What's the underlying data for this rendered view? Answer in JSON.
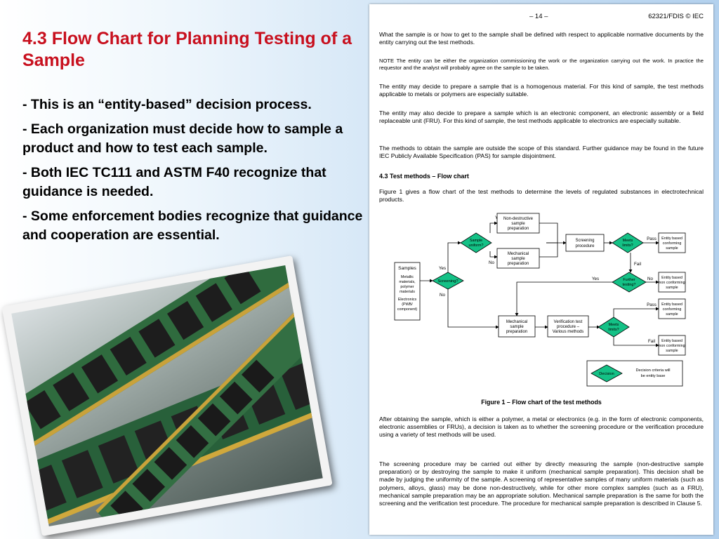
{
  "slide": {
    "title": "4.3 Flow Chart for Planning Testing of a Sample",
    "bullets": [
      "- This is an “entity-based” decision process.",
      "- Each organization must decide how to sample a product and how to test each sample.",
      "- Both IEC TC111 and ASTM F40 recognize that guidance is needed.",
      "- Some enforcement bodies recognize that guidance and cooperation are essential."
    ]
  },
  "document": {
    "page_number": "– 14 –",
    "doc_ref": "62321/FDIS © IEC",
    "paragraphs": [
      "What the sample is or how to get to the sample shall be defined with respect to applicable normative documents by the entity carrying out the test methods.",
      "NOTE   The entity can be either the organization commissioning the work or the organization carrying out the work. In practice the requestor and the analyst will probably agree on the sample to be taken.",
      "The entity may decide to prepare a sample that is a homogenous material. For this kind of sample, the test methods applicable to metals or polymers are especially suitable.",
      "The entity may also decide to prepare a sample which is an electronic component, an electronic assembly or a field replaceable unit (FRU). For this kind of sample, the test methods applicable to electronics are especially suitable.",
      "The methods to obtain the sample are outside the scope of this standard. Further guidance may be found in the future IEC Publicly Available Specification (PAS) for sample disjointment."
    ],
    "section_heading": "4.3   Test methods – Flow chart",
    "intro": "Figure 1 gives a flow chart of the test methods to determine the levels of regulated substances in electrotechnical products.",
    "figure_caption": "Figure 1 – Flow chart of the test methods",
    "after_paragraphs": [
      "After obtaining the sample, which is either a polymer, a metal or electronics (e.g. in the form of electronic components, electronic assemblies or FRUs), a decision is taken as to whether the screening procedure or the verification procedure using a variety of test methods will be used.",
      "The screening procedure may be carried out either by directly measuring the sample (non-destructive sample preparation) or by destroying the sample to make it uniform (mechanical sample preparation). This decision shall be made by judging the uniformity of the sample. A screening of representative samples of many uniform materials (such as polymers, alloys, glass) may be done non-destructively, while for other more complex samples (such as a FRU), mechanical sample preparation may be an appropriate solution. Mechanical sample preparation is the same for both the screening and the verification test procedure. The procedure for mechanical sample preparation is described in Clause 5."
    ]
  },
  "flowchart": {
    "samples_title": "Samples",
    "samples_body": [
      "Metallic",
      "materials,",
      "polymer",
      "materials",
      "Electronics",
      "(PWB/",
      "component)"
    ],
    "screening_q": "Screening?",
    "sample_uniform_q": [
      "Sample",
      "uniform?"
    ],
    "nondestructive": [
      "Non-destructive",
      "sample",
      "preparation"
    ],
    "mechanical_top": [
      "Mechanical",
      "sample",
      "preparation"
    ],
    "screening_proc": [
      "Screening",
      "procedure"
    ],
    "meets_limits_q1": [
      "Meets",
      "limits?"
    ],
    "entity_conf1": [
      "Entity based",
      "conforming",
      "sample"
    ],
    "further_q": [
      "Further",
      "testing?"
    ],
    "entity_nonconf1": [
      "Entity based",
      "non conforming",
      "sample"
    ],
    "mechanical_bottom": [
      "Mechanical",
      "sample",
      "preparation"
    ],
    "verification": [
      "Verification test",
      "procedure –",
      "Various methods"
    ],
    "meets_limits_q2": [
      "Meets",
      "limits?"
    ],
    "entity_conf2": [
      "Entity based",
      "conforming",
      "sample"
    ],
    "entity_nonconf2": [
      "Entity based",
      "non conforming",
      "sample"
    ],
    "legend_decision": "Decision",
    "legend_text": [
      "Decision criteria will",
      "be entity base"
    ],
    "yes": "Yes",
    "no": "No",
    "pass": "Pass",
    "fail": "Fail",
    "decision_color": "#14c186"
  }
}
